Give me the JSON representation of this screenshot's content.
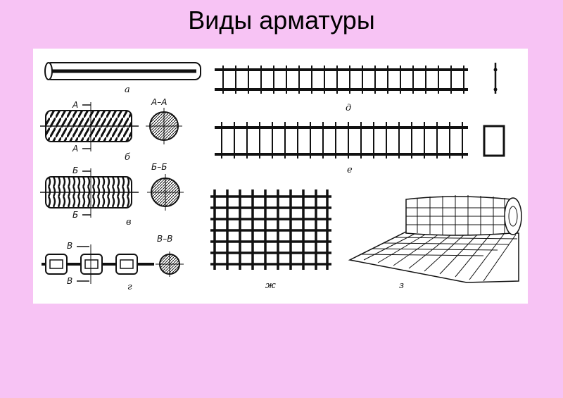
{
  "slide": {
    "title": "Виды арматуры"
  },
  "figure": {
    "labels": {
      "a": "а",
      "b": "б",
      "v": "в",
      "g": "г",
      "d": "д",
      "e": "е",
      "zh": "ж",
      "z": "з"
    },
    "sections": {
      "aa": "А–А",
      "a_mark": "А",
      "bb": "Б–Б",
      "b_mark": "Б",
      "vv": "В–В",
      "v_mark": "В"
    }
  },
  "colors": {
    "background": "#f7c3f4",
    "panel": "#ffffff",
    "ink": "#111111"
  }
}
